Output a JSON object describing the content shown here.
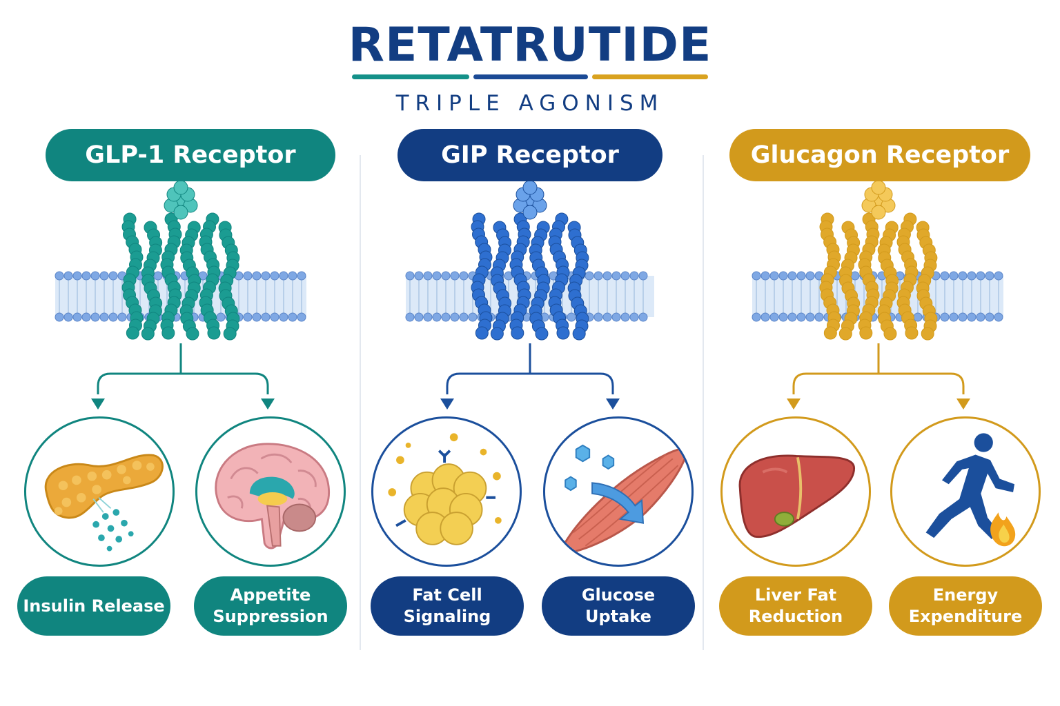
{
  "header": {
    "title": "RETATRUTIDE",
    "subtitle": "TRIPLE AGONISM"
  },
  "colors": {
    "navy": "#123d82",
    "teal": "#10857f",
    "blue": "#1b4f9c",
    "gold": "#d29a1c",
    "bar_teal": "#149189",
    "bar_blue": "#1b4a95",
    "bar_gold": "#d9a21f"
  },
  "receptors": [
    {
      "label": "GLP-1 Receptor",
      "color": "#10857f",
      "effects": [
        {
          "lines": [
            "Insulin Release"
          ],
          "icon": "pancreas-icon"
        },
        {
          "lines": [
            "Appetite",
            "Suppression"
          ],
          "icon": "brain-icon"
        }
      ]
    },
    {
      "label": "GIP Receptor",
      "color": "#1b4f9c",
      "effects": [
        {
          "lines": [
            "Fat Cell",
            "Signaling"
          ],
          "icon": "fat-cell-icon"
        },
        {
          "lines": [
            "Glucose",
            "Uptake"
          ],
          "icon": "muscle-icon"
        }
      ]
    },
    {
      "label": "Glucagon Receptor",
      "color": "#d29a1c",
      "effects": [
        {
          "lines": [
            "Liver Fat",
            "Reduction"
          ],
          "icon": "liver-icon"
        },
        {
          "lines": [
            "Energy",
            "Expenditure"
          ],
          "icon": "running-person-icon"
        }
      ]
    }
  ]
}
